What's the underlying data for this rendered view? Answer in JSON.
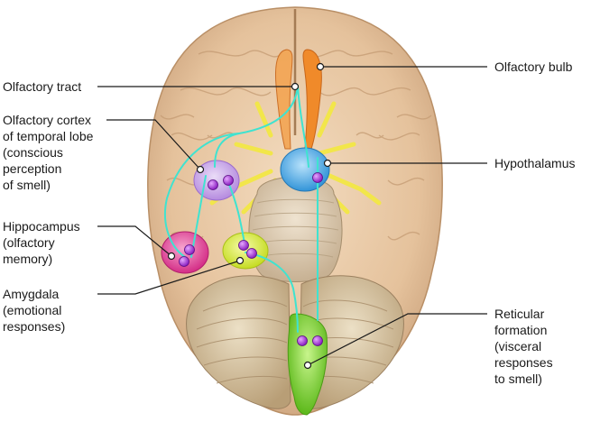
{
  "labels": {
    "olfactory_tract": [
      "Olfactory tract"
    ],
    "olfactory_cortex": [
      "Olfactory cortex",
      "of temporal lobe",
      "(conscious",
      "perception",
      "of smell)"
    ],
    "hippocampus": [
      "Hippocampus",
      "(olfactory",
      "memory)"
    ],
    "amygdala": [
      "Amygdala",
      "(emotional",
      "responses)"
    ],
    "olfactory_bulb": [
      "Olfactory bulb"
    ],
    "hypothalamus": [
      "Hypothalamus"
    ],
    "reticular_formation": [
      "Reticular",
      "formation",
      "(visceral",
      "responses",
      "to smell)"
    ]
  },
  "colors": {
    "brain": "#e9c9a4",
    "brain_shadow": "#c9a07a",
    "olfactory_bulb": "#f08a2a",
    "olfactory_cortex": "#c7a2e6",
    "hippocampus": "#e8479a",
    "amygdala": "#d8ec3c",
    "hypothalamus": "#4aa9ea",
    "reticular_formation": "#7ed62a",
    "pathway": "#3fe3d0",
    "neuron": "#a72fd6",
    "nerves": "#f2e64a"
  }
}
